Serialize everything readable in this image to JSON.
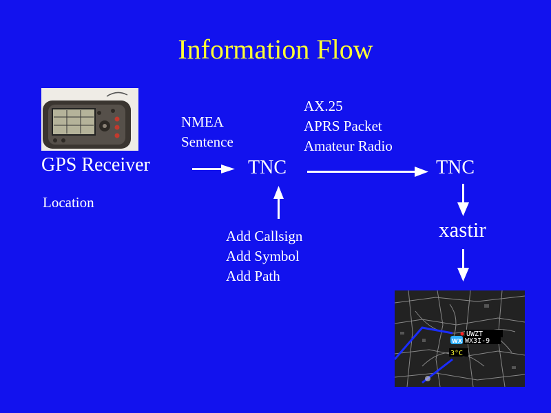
{
  "title": "Information Flow",
  "nodes": {
    "gps_receiver": "GPS Receiver",
    "location": "Location",
    "tnc_left": "TNC",
    "tnc_right": "TNC",
    "xastir": "xastir"
  },
  "labels": {
    "nmea": [
      "NMEA",
      "Sentence"
    ],
    "ax25": [
      "AX.25",
      "APRS Packet",
      "Amateur Radio"
    ],
    "add": [
      "Add Callsign",
      "Add Symbol",
      "Add Path"
    ]
  },
  "map_overlay": {
    "callsign": "WX3I",
    "callsign_suffix": "-9",
    "symbol": "WX",
    "temperature": "3°C"
  },
  "colors": {
    "background": "#1212ee",
    "title": "#ffff33",
    "text": "#ffffff"
  }
}
